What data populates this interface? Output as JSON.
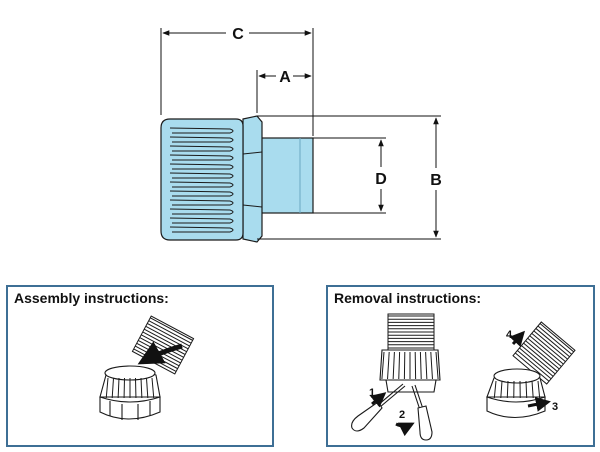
{
  "dimensions": {
    "a": "A",
    "b": "B",
    "c": "C",
    "d": "D"
  },
  "assembly": {
    "title": "Assembly instructions:"
  },
  "removal": {
    "title": "Removal instructions:",
    "steps": [
      "1",
      "2",
      "3",
      "4"
    ]
  },
  "colors": {
    "part_fill": "#a9dcee",
    "outline": "#1a1a1a",
    "panel_border": "#3e6f95"
  }
}
